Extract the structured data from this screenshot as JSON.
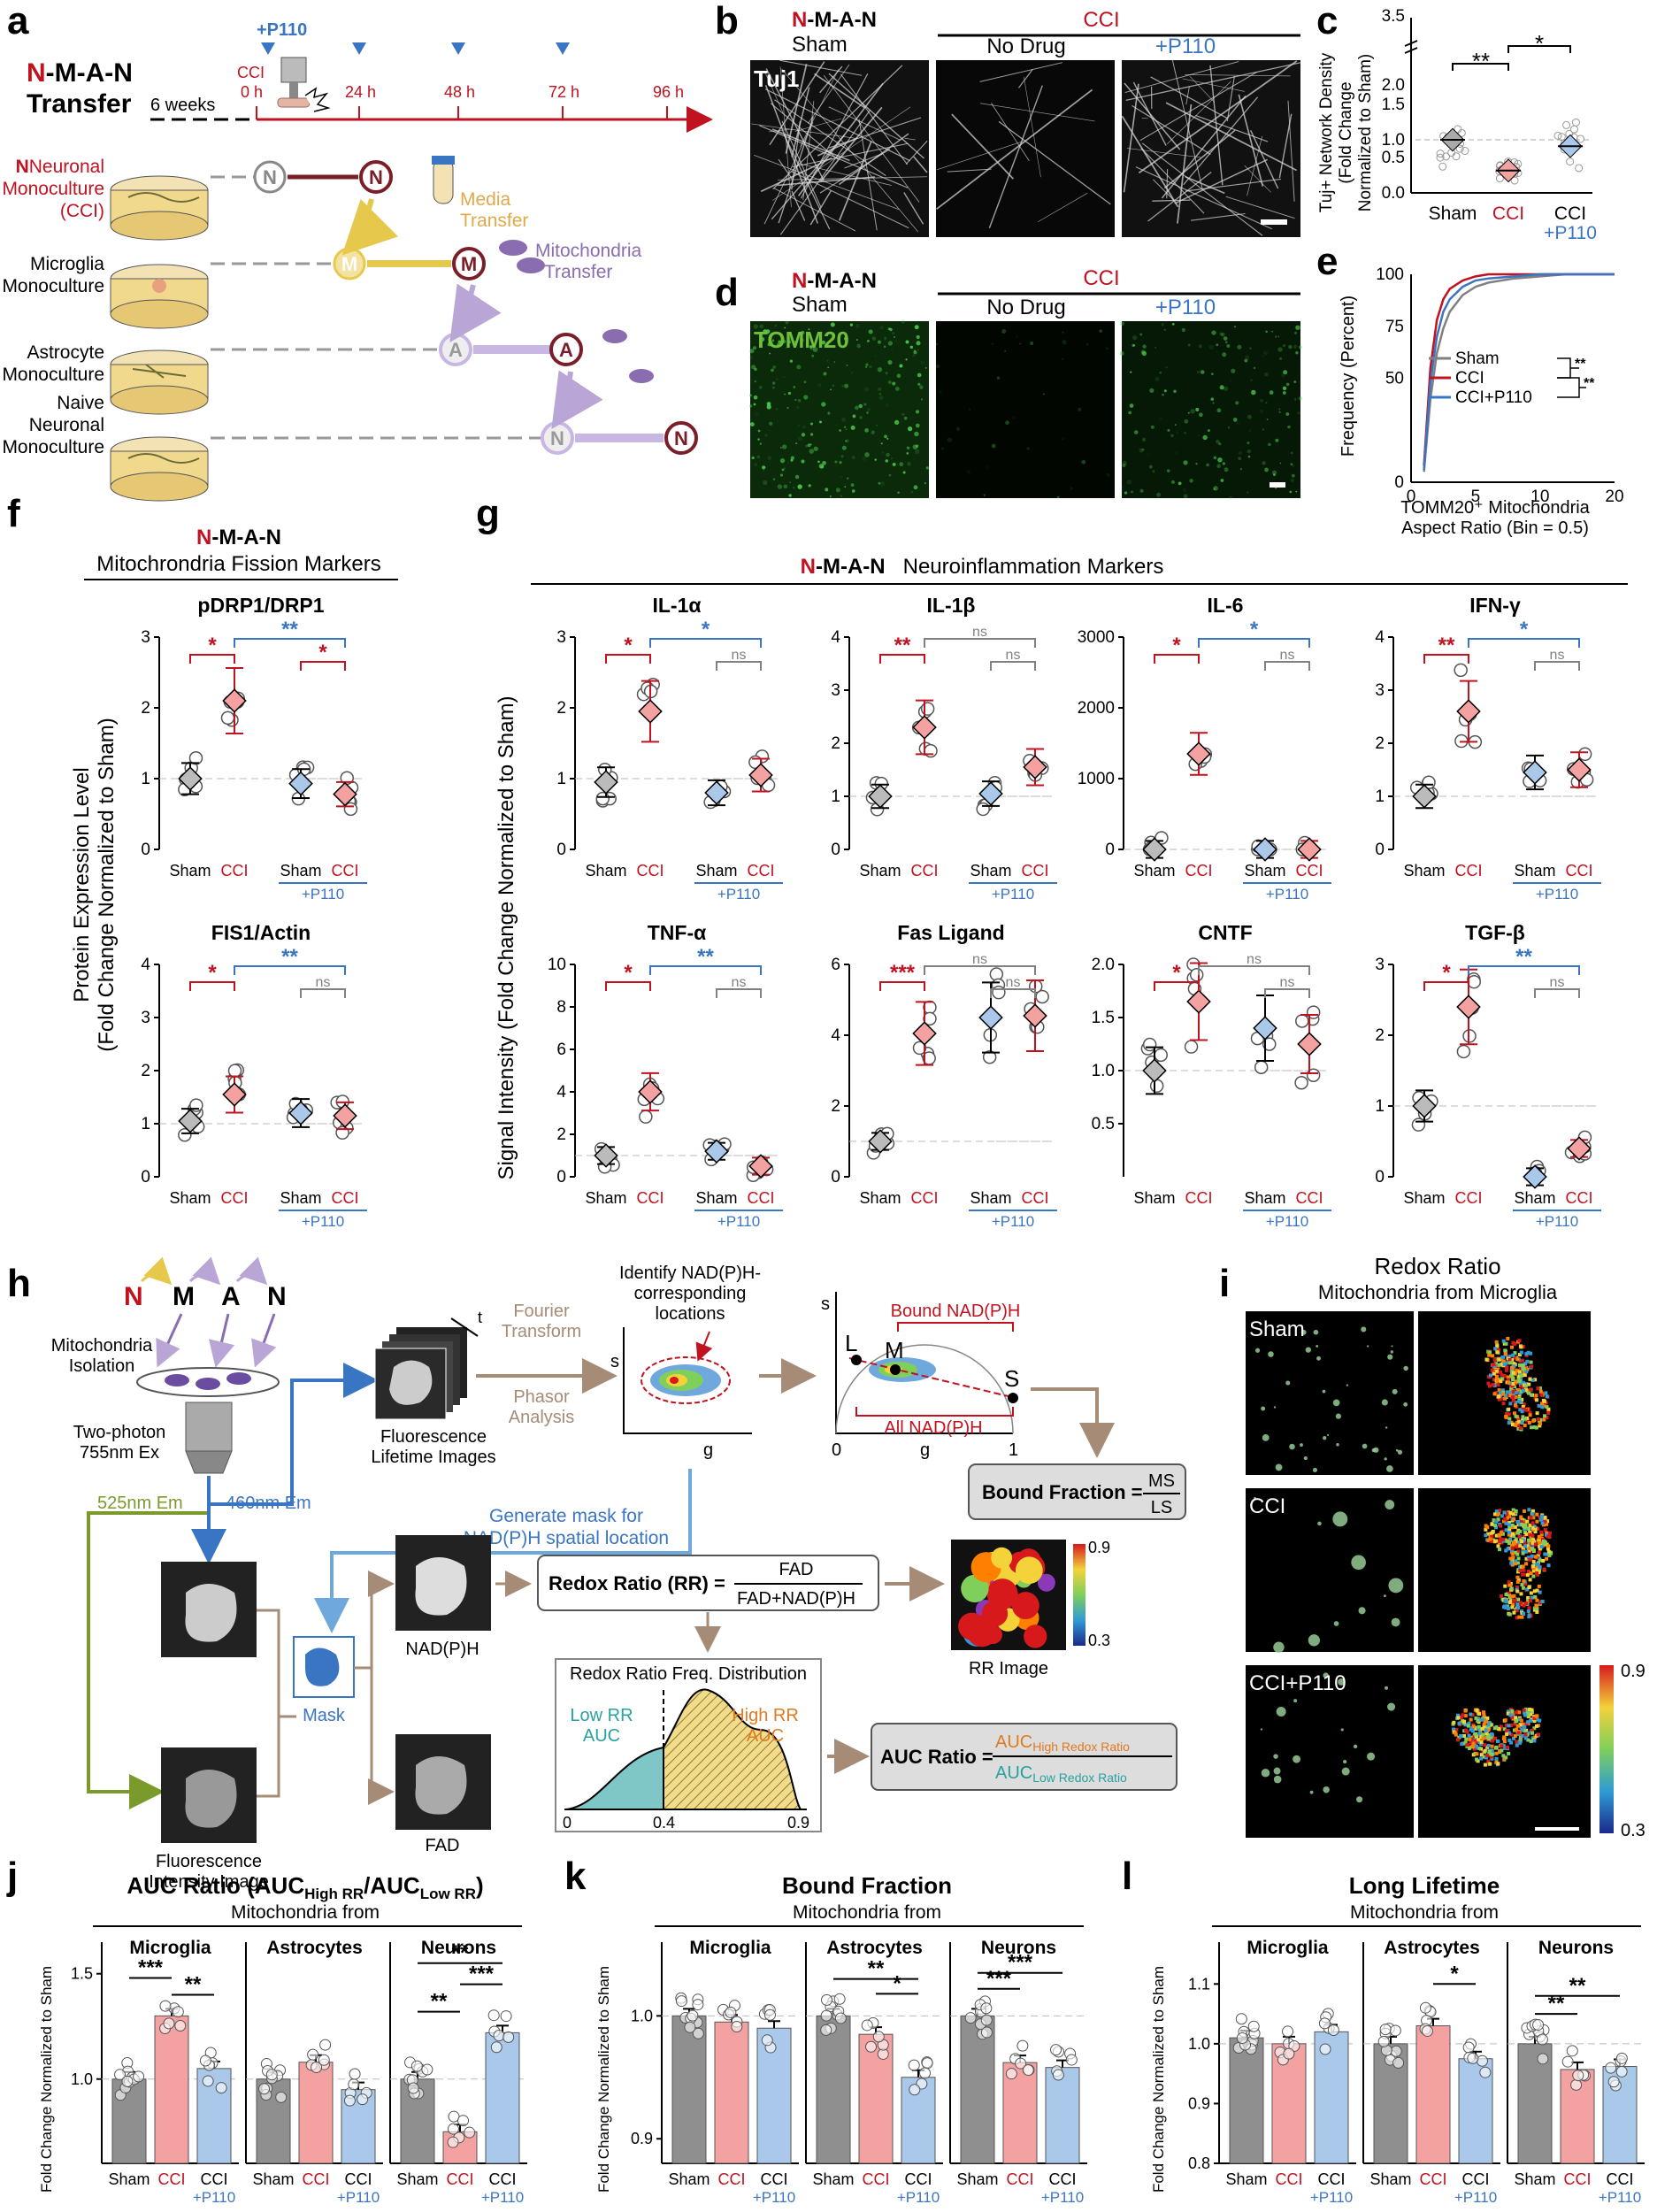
{
  "colors": {
    "red": "#c1121f",
    "blue": "#3a75c4",
    "gray": "#808080",
    "tan": "#a68b76",
    "purple": "#8a6db0",
    "yellow": "#e6c94c",
    "green": "#7a9b2c",
    "pink": "#f4a1a1",
    "ltblue": "#a9c8ea"
  },
  "panel_letters": {
    "a": "a",
    "b": "b",
    "c": "c",
    "d": "d",
    "e": "e",
    "f": "f",
    "g": "g",
    "h": "h",
    "i": "i",
    "j": "j",
    "k": "k",
    "l": "l"
  },
  "nman": {
    "n": "N",
    "rest": "-M-A-N"
  },
  "a": {
    "p110": "+P110",
    "cci": "CCI",
    "t0": "0 h",
    "t24": "24 h",
    "t48": "48 h",
    "t72": "72 h",
    "t96": "96 h",
    "six_weeks": "6 weeks",
    "transfer": "Transfer",
    "neuronal": "Neuronal",
    "monoculture": "Monoculture",
    "cci_paren": "(CCI)",
    "microglia": "Microglia",
    "astrocyte": "Astrocyte",
    "naive": "Naive",
    "neuronal2": "Neuronal",
    "media": "Media",
    "media_transfer": "Transfer",
    "mito": "Mitochondria",
    "mito_transfer": "Transfer",
    "nodes": {
      "N": "N",
      "M": "M",
      "A": "A"
    }
  },
  "b": {
    "sham": "Sham",
    "cci": "CCI",
    "nodrug": "No Drug",
    "p110": "+P110",
    "stain": "Tuj1"
  },
  "c": {
    "ylabel1": "Tuj+ Network Density",
    "ylabel2": "(Fold Change",
    "ylabel3": "Normalized to Sham)",
    "ticks": [
      "0.0",
      "0.5",
      "1.0",
      "1.5",
      "2.0",
      "3.5"
    ],
    "x": [
      "Sham",
      "CCI",
      "CCI"
    ],
    "xp": "+P110",
    "sig1": "**",
    "sig2": "*"
  },
  "d": {
    "sham": "Sham",
    "cci": "CCI",
    "nodrug": "No Drug",
    "p110": "+P110",
    "stain": "TOMM20"
  },
  "e": {
    "ylabel": "Frequency (Percent)",
    "xlabel1": "TOMM20⁺ Mitochondria",
    "xlabel2": "Aspect Ratio (Bin = 0.5)",
    "yticks": [
      "0",
      "50",
      "75",
      "100"
    ],
    "xticks": [
      "0",
      "5",
      "10",
      "20"
    ],
    "legend": [
      "Sham",
      "CCI",
      "CCI+P110"
    ],
    "sig": "**"
  },
  "f": {
    "title": "Mitochrondria Fission Markers",
    "ylabel1": "Protein Expression Level",
    "ylabel2": "(Fold Change Normalized to Sham)",
    "p1": "pDRP1/DRP1",
    "p2": "FIS1/Actin",
    "sham": "Sham",
    "cci": "CCI",
    "p110": "+P110"
  },
  "g": {
    "title": "Neuroinflammation Markers",
    "ylabel": "Signal Intensity (Fold Change Normalized to Sham)",
    "ns": "ns",
    "panels": [
      "IL-1α",
      "IL-1β",
      "IL-6",
      "IFN-γ",
      "TNF-α",
      "Fas Ligand",
      "CNTF",
      "TGF-β"
    ]
  },
  "h": {
    "N": "N",
    "M": "M",
    "A": "A",
    "mito_iso1": "Mitochondria",
    "mito_iso2": "Isolation",
    "twophoton1": "Two-photon",
    "twophoton2": "755nm Ex",
    "em525": "525nm Em",
    "em460": "460nm Em",
    "flt1": "Fluorescence",
    "flt2": "Lifetime Images",
    "t": "t",
    "fourier1": "Fourier",
    "fourier2": "Transform",
    "phasor1": "Phasor",
    "phasor2": "Analysis",
    "identify1": "Identify NAD(P)H-",
    "identify2": "corresponding",
    "identify3": "locations",
    "s": "s",
    "g": "g",
    "zero": "0",
    "one": "1",
    "L": "L",
    "M2": "M",
    "S": "S",
    "bound": "Bound NAD(P)H",
    "all": "All NAD(P)H",
    "bf_label": "Bound Fraction =",
    "bf_num": "MS",
    "bf_den": "LS",
    "gen1": "Generate mask for",
    "gen2": "NAD(P)H spatial location",
    "mask": "Mask",
    "nadph": "NAD(P)H",
    "fad": "FAD",
    "fii1": "Fluorescence",
    "fii2": "Intensity Image",
    "rr_label": "Redox Ratio (RR) =",
    "rr_num": "FAD",
    "rr_den": "FAD+NAD(P)H",
    "cb_hi": "0.9",
    "cb_lo": "0.3",
    "rr_img": "RR Image",
    "freq_title": "Redox Ratio Freq. Distribution",
    "low1": "Low RR",
    "low2": "AUC",
    "high1": "High RR",
    "high2": "AUC",
    "x0": "0",
    "x04": "0.4",
    "x09": "0.9",
    "auc_label": "AUC Ratio =",
    "auc_num": "AUC",
    "auc_num_sub": "High Redox Ratio",
    "auc_den": "AUC",
    "auc_den_sub": "Low Redox Ratio"
  },
  "i": {
    "title": "Redox Ratio",
    "subtitle": "Mitochondria from Microglia",
    "sham": "Sham",
    "cci": "CCI",
    "ccip": "CCI+P110",
    "cb_hi": "0.9",
    "cb_lo": "0.3"
  },
  "j": {
    "title_pre": "AUC Ratio (AUC",
    "title_s1": "High RR",
    "title_mid": "/AUC",
    "title_s2": "Low RR",
    "title_post": ")",
    "sub": "Mitochondria from",
    "ylabel": "Fold Change Normalized to Sham",
    "groups": [
      "Microglia",
      "Astrocytes",
      "Neurons"
    ],
    "yticks": [
      "1.0",
      "1.5"
    ],
    "x": [
      "Sham",
      "CCI",
      "CCI"
    ],
    "xp": "+P110"
  },
  "k": {
    "title": "Bound Fraction",
    "sub": "Mitochondria from",
    "ylabel": "Fold Change Normalized to Sham",
    "groups": [
      "Microglia",
      "Astrocytes",
      "Neurons"
    ],
    "yticks": [
      "0.9",
      "1.0"
    ],
    "x": [
      "Sham",
      "CCI",
      "CCI"
    ],
    "xp": "+P110"
  },
  "l": {
    "title": "Long Lifetime",
    "sub": "Mitochondria from",
    "ylabel": "Fold Change Normalized to Sham",
    "groups": [
      "Microglia",
      "Astrocytes",
      "Neurons"
    ],
    "yticks": [
      "0.8",
      "0.9",
      "1.0",
      "1.1"
    ],
    "x": [
      "Sham",
      "CCI",
      "CCI"
    ],
    "xp": "+P110"
  },
  "chart_data": [
    {
      "type": "scatter",
      "panel": "c",
      "ylabel": "Tuj+ Network Density (Fold Change Normalized to Sham)",
      "categories": [
        "Sham",
        "CCI",
        "CCI +P110"
      ],
      "means": [
        1.0,
        0.42,
        0.88
      ],
      "ylim": [
        0,
        3.5
      ]
    },
    {
      "type": "line",
      "panel": "e",
      "xlabel": "TOMM20⁺ Mitochondria Aspect Ratio (Bin = 0.5)",
      "ylabel": "Frequency (Percent)",
      "series": [
        {
          "name": "Sham",
          "x": [
            1,
            1.5,
            2,
            2.5,
            3,
            4,
            5,
            6,
            8,
            10,
            12,
            20
          ],
          "y": [
            5,
            40,
            62,
            74,
            82,
            90,
            94,
            96,
            98,
            99,
            100,
            100
          ]
        },
        {
          "name": "CCI",
          "x": [
            1,
            1.5,
            2,
            2.5,
            3,
            4,
            5,
            6,
            8,
            10,
            12,
            20
          ],
          "y": [
            8,
            55,
            78,
            88,
            93,
            97,
            99,
            100,
            100,
            100,
            100,
            100
          ]
        },
        {
          "name": "CCI+P110",
          "x": [
            1,
            1.5,
            2,
            2.5,
            3,
            4,
            5,
            6,
            8,
            10,
            12,
            20
          ],
          "y": [
            6,
            48,
            70,
            82,
            88,
            94,
            97,
            98,
            99,
            100,
            100,
            100
          ]
        }
      ]
    },
    {
      "type": "scatter",
      "panel": "f",
      "title": "pDRP1/DRP1",
      "categories": [
        "Sham",
        "CCI",
        "Sham +P110",
        "CCI +P110"
      ],
      "means": [
        1.0,
        2.1,
        0.93,
        0.78
      ],
      "ylim": [
        0,
        3
      ]
    },
    {
      "type": "scatter",
      "panel": "f",
      "title": "FIS1/Actin",
      "categories": [
        "Sham",
        "CCI",
        "Sham +P110",
        "CCI +P110"
      ],
      "means": [
        1.05,
        1.55,
        1.2,
        1.15
      ],
      "ylim": [
        0,
        4
      ]
    },
    {
      "type": "scatter",
      "panel": "g",
      "title": "IL-1α",
      "categories": [
        "Sham",
        "CCI",
        "Sham +P110",
        "CCI +P110"
      ],
      "means": [
        0.95,
        1.95,
        0.8,
        1.05
      ],
      "ylim": [
        0,
        3
      ]
    },
    {
      "type": "scatter",
      "panel": "g",
      "title": "IL-1β",
      "categories": [
        "Sham",
        "CCI",
        "Sham +P110",
        "CCI +P110"
      ],
      "means": [
        1.0,
        2.3,
        1.05,
        1.55
      ],
      "ylim": [
        0,
        4
      ]
    },
    {
      "type": "scatter",
      "panel": "g",
      "title": "IL-6",
      "categories": [
        "Sham",
        "CCI",
        "Sham +P110",
        "CCI +P110"
      ],
      "means": [
        0,
        1350,
        0,
        0
      ],
      "ylim": [
        0,
        3000
      ]
    },
    {
      "type": "scatter",
      "panel": "g",
      "title": "IFN-γ",
      "categories": [
        "Sham",
        "CCI",
        "Sham +P110",
        "CCI +P110"
      ],
      "means": [
        1.0,
        2.6,
        1.45,
        1.5
      ],
      "ylim": [
        0,
        4
      ]
    },
    {
      "type": "scatter",
      "panel": "g",
      "title": "TNF-α",
      "categories": [
        "Sham",
        "CCI",
        "Sham +P110",
        "CCI +P110"
      ],
      "means": [
        1.0,
        4.0,
        1.2,
        0.5
      ],
      "ylim": [
        0,
        10
      ]
    },
    {
      "type": "scatter",
      "panel": "g",
      "title": "Fas Ligand",
      "categories": [
        "Sham",
        "CCI",
        "Sham +P110",
        "CCI +P110"
      ],
      "means": [
        1.0,
        4.05,
        4.5,
        4.55
      ],
      "ylim": [
        0,
        6
      ]
    },
    {
      "type": "scatter",
      "panel": "g",
      "title": "CNTF",
      "categories": [
        "Sham",
        "CCI",
        "Sham +P110",
        "CCI +P110"
      ],
      "means": [
        1.0,
        1.65,
        1.4,
        1.25
      ],
      "ylim": [
        0,
        2
      ]
    },
    {
      "type": "scatter",
      "panel": "g",
      "title": "TGF-β",
      "categories": [
        "Sham",
        "CCI",
        "Sham +P110",
        "CCI +P110"
      ],
      "means": [
        1.0,
        2.4,
        0.0,
        0.4
      ],
      "ylim": [
        0,
        3
      ]
    },
    {
      "type": "bar",
      "panel": "j",
      "ylabel": "Fold Change Normalized to Sham",
      "groups": [
        "Microglia",
        "Astrocytes",
        "Neurons"
      ],
      "categories": [
        "Sham",
        "CCI",
        "CCI +P110"
      ],
      "values": [
        [
          1.0,
          1.3,
          1.05
        ],
        [
          1.0,
          1.08,
          0.95
        ],
        [
          1.0,
          0.75,
          1.22
        ]
      ],
      "ylim": [
        0.6,
        1.65
      ]
    },
    {
      "type": "bar",
      "panel": "k",
      "ylabel": "Fold Change Normalized to Sham",
      "groups": [
        "Microglia",
        "Astrocytes",
        "Neurons"
      ],
      "categories": [
        "Sham",
        "CCI",
        "CCI +P110"
      ],
      "values": [
        [
          1.0,
          0.995,
          0.99
        ],
        [
          1.0,
          0.985,
          0.95
        ],
        [
          1.0,
          0.962,
          0.958
        ]
      ],
      "ylim": [
        0.88,
        1.06
      ]
    },
    {
      "type": "bar",
      "panel": "l",
      "ylabel": "Fold Change Normalized to Sham",
      "groups": [
        "Microglia",
        "Astrocytes",
        "Neurons"
      ],
      "categories": [
        "Sham",
        "CCI",
        "CCI +P110"
      ],
      "values": [
        [
          1.01,
          1.0,
          1.02
        ],
        [
          1.0,
          1.03,
          0.975
        ],
        [
          1.0,
          0.957,
          0.962
        ]
      ],
      "ylim": [
        0.8,
        1.17
      ]
    }
  ]
}
